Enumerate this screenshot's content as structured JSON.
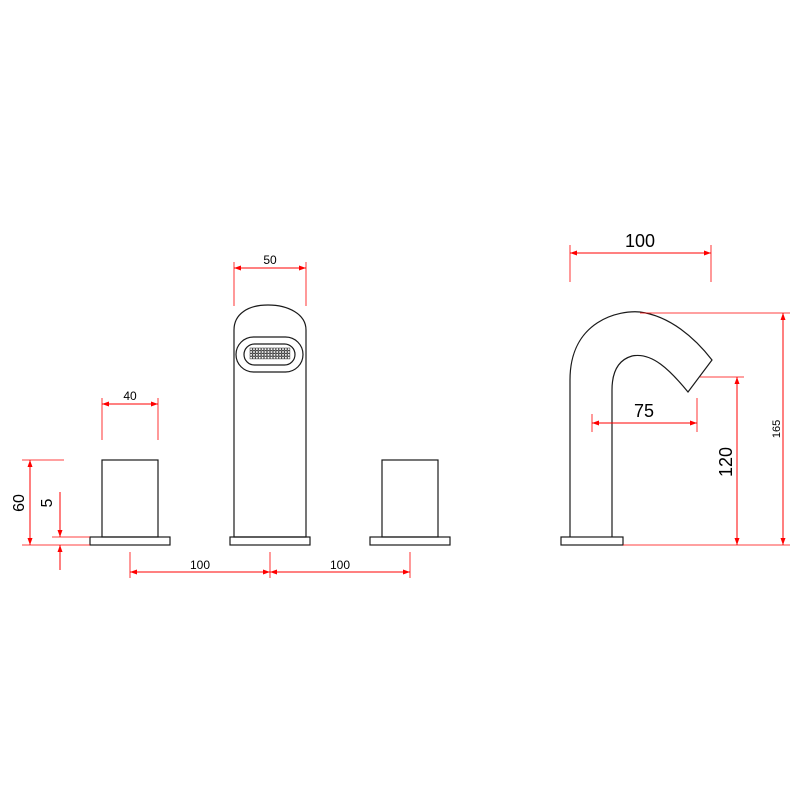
{
  "dimensions": {
    "spout_width": "50",
    "handle_width": "40",
    "overall_height": "60",
    "base_thickness": "5",
    "spacing_left": "100",
    "spacing_right": "100",
    "side_reach": "100",
    "side_projection": "75",
    "side_outlet_height": "120",
    "side_total_height": "165"
  },
  "colors": {
    "outline": "#1a1a1a",
    "dimension": "#ff0000",
    "text": "#000000",
    "background": "#ffffff"
  }
}
